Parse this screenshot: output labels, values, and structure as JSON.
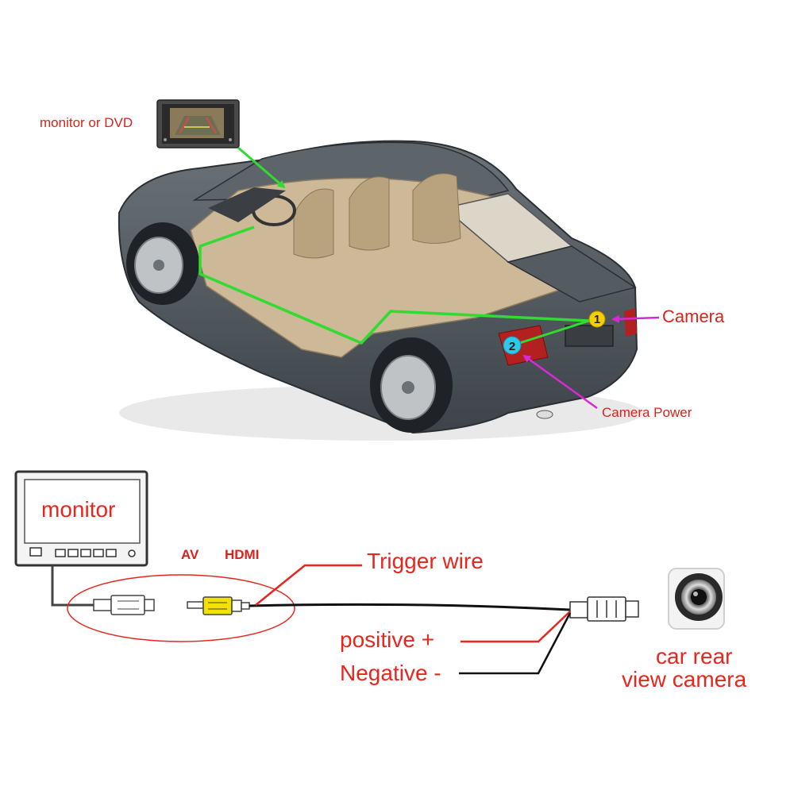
{
  "labels": {
    "monitor_or_dvd": "monitor or DVD",
    "camera": "Camera",
    "camera_power": "Camera Power",
    "monitor": "monitor",
    "av": "AV",
    "hdmi": "HDMI",
    "trigger_wire": "Trigger wire",
    "positive": "positive +",
    "negative": "Negative -",
    "car_rear_line1": "car rear",
    "car_rear_line2": "view camera"
  },
  "markers": {
    "camera_number": "1",
    "power_number": "2"
  },
  "colors": {
    "label_red": "#e8261d",
    "wire_green": "#2fdc2f",
    "arrow_magenta": "#d62ad6",
    "car_body": "#4a5157",
    "interior_beige": "#cdb898",
    "rca_yellow": "#f2e200",
    "marker_yellow": "#f5d000",
    "marker_cyan": "#2ec8e8"
  },
  "icons": {
    "dvd_unit": "dvd-monitor-icon",
    "car": "car-cutaway-icon",
    "monitor": "monitor-screen-icon",
    "rear_camera": "rear-camera-lens-icon"
  }
}
